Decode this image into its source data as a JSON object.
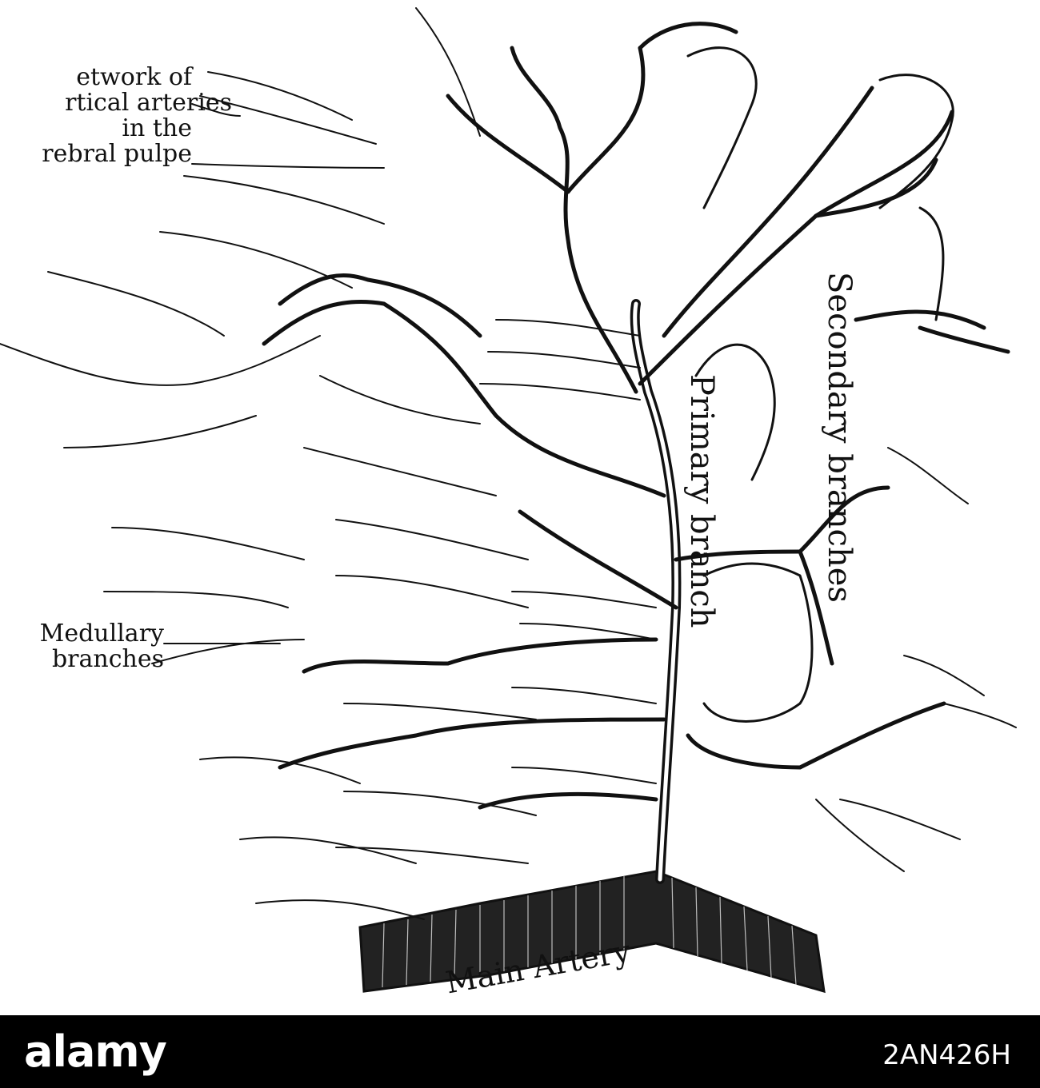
{
  "labels": {
    "network": [
      "etwork of",
      "rtical arteries",
      "in the",
      "rebral pulpe"
    ],
    "medullary": [
      "Medullary",
      "branches"
    ],
    "primary": "Primary branch",
    "secondary": "Secondary branches",
    "main": "Main Artery"
  },
  "footer": {
    "brand": "alamy",
    "image_id": "2AN426H",
    "background_color": "#000000",
    "text_color": "#ffffff"
  },
  "colors": {
    "ink": "#111111",
    "paper": "#ffffff"
  }
}
